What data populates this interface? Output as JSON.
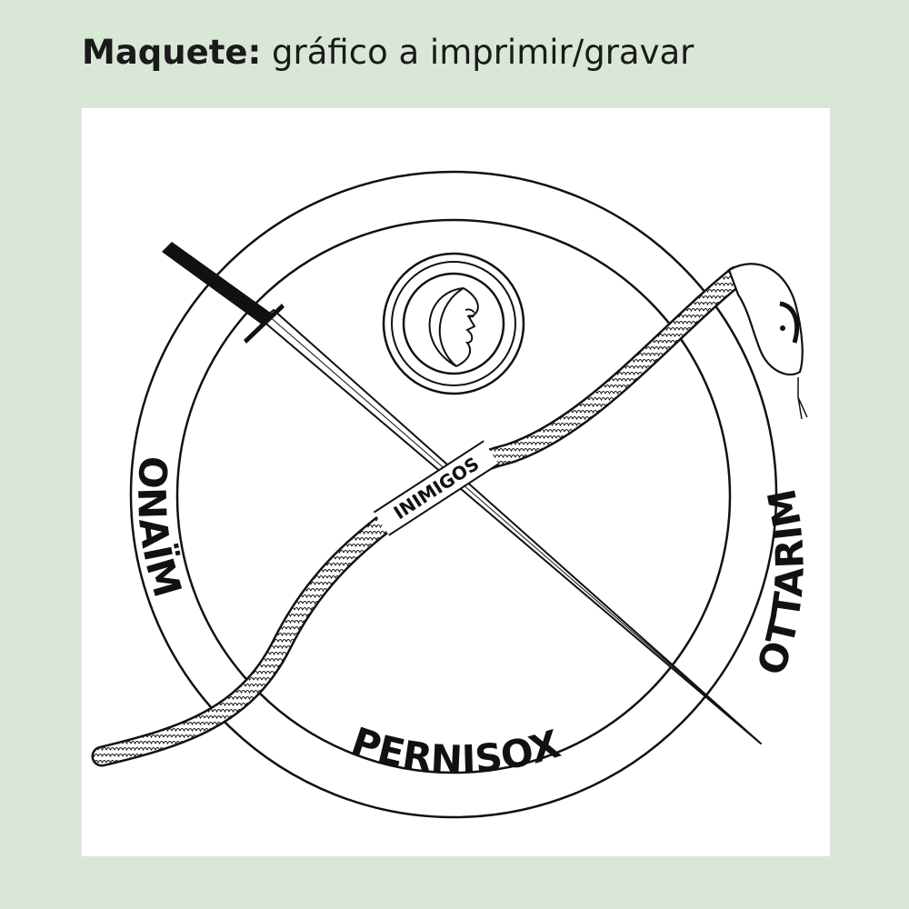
{
  "title": {
    "bold": "Maquete:",
    "rest": " gráfico a imprimir/gravar"
  },
  "seal": {
    "left_word": "ONAÏM",
    "right_word": "OTTARIM",
    "bottom_word": "PERNISOX",
    "snake_word": "INIMIGOS"
  },
  "colors": {
    "background": "#d9e8d6",
    "panel": "#ffffff",
    "ink": "#111111"
  }
}
